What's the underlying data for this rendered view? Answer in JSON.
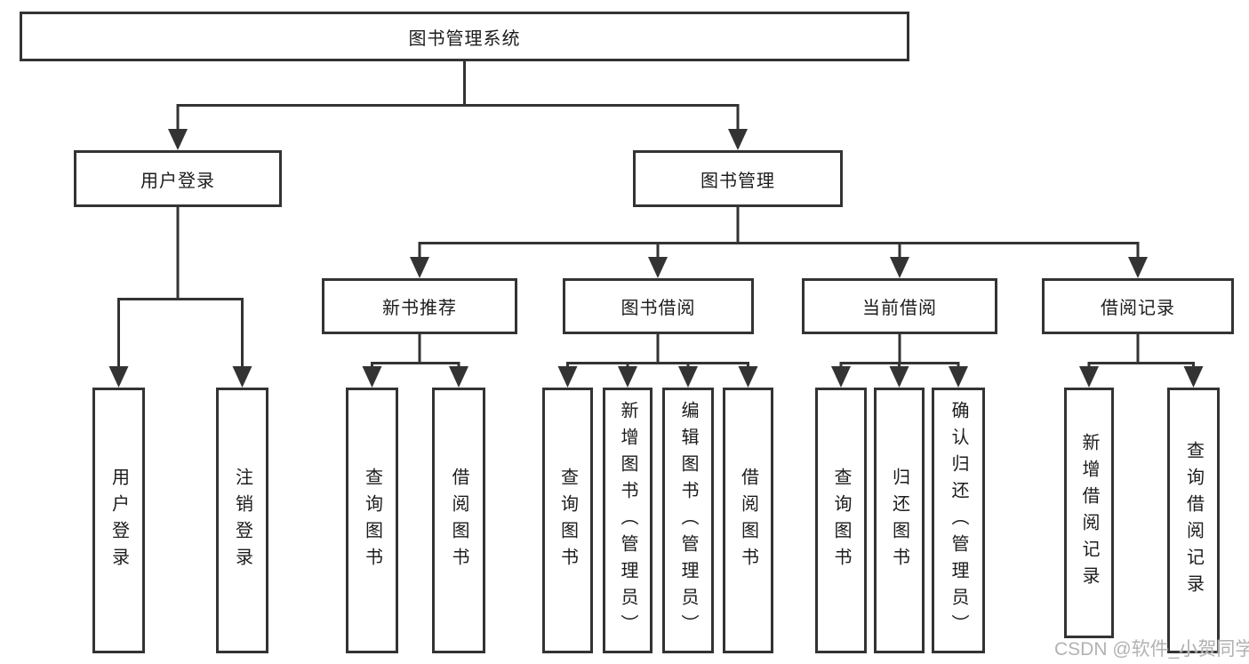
{
  "diagram_title": "图书管理系统",
  "nodes": {
    "root": {
      "label": "图书管理系统"
    },
    "user_login": {
      "label": "用户登录"
    },
    "book_mgmt": {
      "label": "图书管理"
    },
    "new_book_rec": {
      "label": "新书推荐"
    },
    "book_borrow": {
      "label": "图书借阅"
    },
    "current_borrow": {
      "label": "当前借阅"
    },
    "borrow_record": {
      "label": "借阅记录"
    },
    "leaf_login": {
      "label": "用户登录"
    },
    "leaf_logout": {
      "label": "注销登录"
    },
    "leaf_query1": {
      "label": "查询图书"
    },
    "leaf_borrow1": {
      "label": "借阅图书"
    },
    "leaf_query2": {
      "label": "查询图书"
    },
    "leaf_add_book": {
      "label": "新增图书（管理员）"
    },
    "leaf_edit_book": {
      "label": "编辑图书（管理员）"
    },
    "leaf_borrow2": {
      "label": "借阅图书"
    },
    "leaf_query3": {
      "label": "查询图书"
    },
    "leaf_return": {
      "label": "归还图书"
    },
    "leaf_confirm_return": {
      "label": "确认归还（管理员）"
    },
    "leaf_add_record": {
      "label": "新增借阅记录"
    },
    "leaf_query_record": {
      "label": "查询借阅记录"
    }
  },
  "watermark": {
    "text": "CSDN @软件_小贺同学"
  },
  "colors": {
    "line": "#333333",
    "box_border": "#333333",
    "text": "#1c1c1c",
    "watermark": "#b2b2b2",
    "background": "#ffffff"
  }
}
